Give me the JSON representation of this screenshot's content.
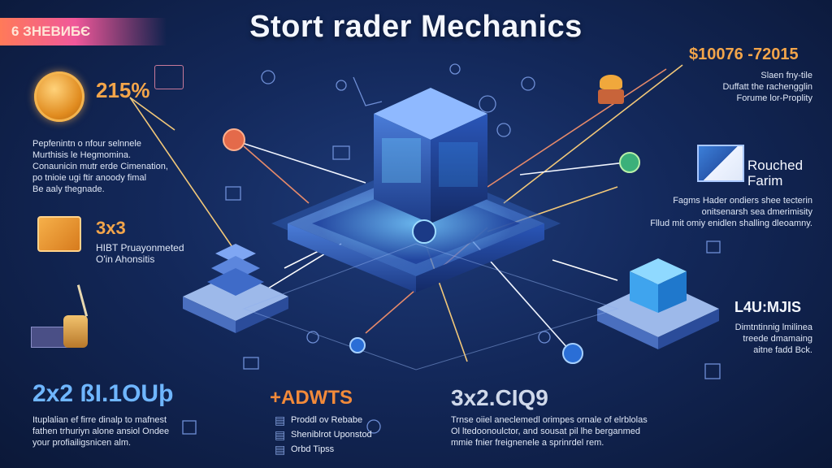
{
  "header": {
    "tag": "6 ЗНЕВИБЄ",
    "title": "Stort rader Mechanics"
  },
  "left": {
    "stat1": "215%",
    "desc1": [
      "Pepfenintn o nfour selnnele",
      "Murthisis le Hegmomina.",
      "Conaunicin mutr erde Cimenation,",
      "po tnioie ugi ftir anoody fimal",
      "Be aaly thegnade."
    ],
    "stat2": "3x3",
    "desc2": [
      "HIBT Pruayonmeted",
      "O'in Ahonsitis"
    ],
    "big": "2x2 ßI.1OUþ",
    "desc3": [
      "Ituplalian ef firre dinalp to mafnest",
      "fathen trhuriyn alone ansiol Ondee",
      "your profiailigsnicen alm."
    ]
  },
  "center": {
    "plus": "+ADWTS",
    "items": [
      "Proddl ov Rebabe",
      "Sheniblrot Uponstod",
      "Orbd Tipss"
    ]
  },
  "mid_right": {
    "big": "3x2.CIQ9",
    "desc": [
      "Trnse oiiel aneclemedl orimpes ornale of elrblolas",
      "Ol ltedoonoulctor, and sousat pil lhe berganmed",
      "mmie fnier freignenele a sprinrdel rem."
    ]
  },
  "right": {
    "price": "$10076 -72015",
    "desc1": [
      "Slaen fny-tile",
      "Duffatt the rachengglin",
      "Forume lor-Proplity"
    ],
    "label": [
      "Rouched",
      "Farim"
    ],
    "desc2": [
      "Fagms Hader ondiers shee tecterin",
      "onitsenarsh sea dmerimisity",
      "Fllud mit omiy enidlen shalling dleoamny."
    ],
    "bottom_label": "L4U:MJIS",
    "desc3": [
      "Dimtntinnig lmilinea",
      "treede dmamaing",
      "aitne fadd Bck."
    ]
  },
  "colors": {
    "accent_orange": "#f3a54a",
    "accent_blue": "#6fb6ff",
    "tag_gradient_start": "#ff7a59",
    "tag_gradient_end": "#f0589a"
  }
}
